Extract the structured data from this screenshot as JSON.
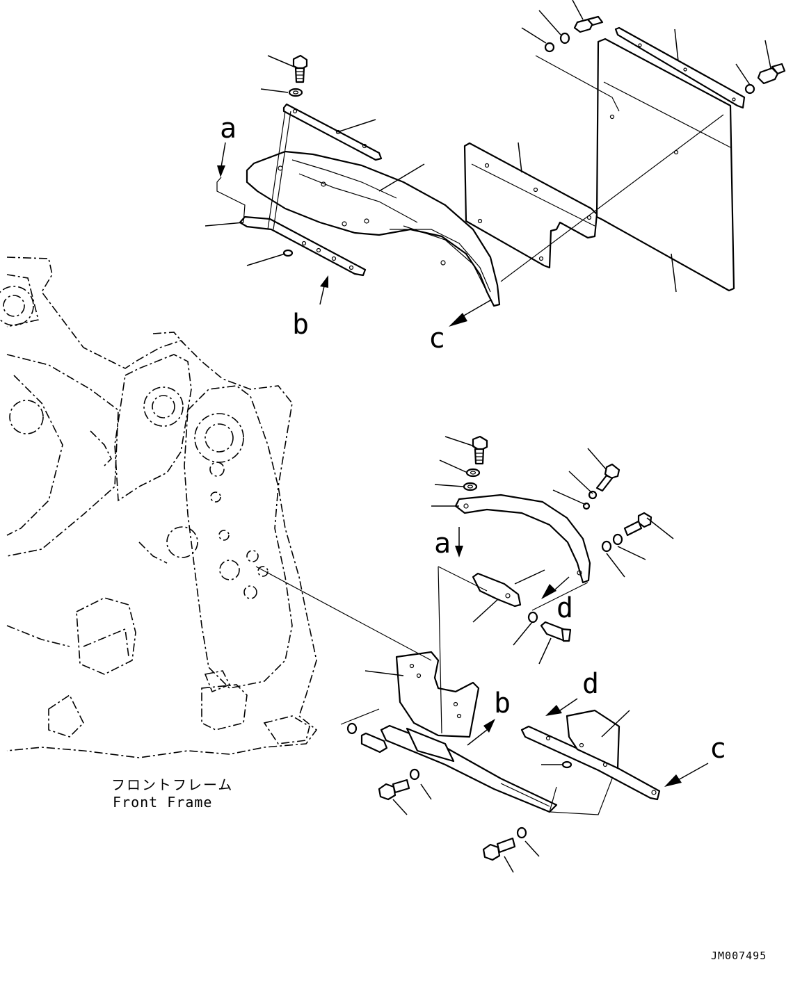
{
  "diagram": {
    "callouts": {
      "a_top": "a",
      "b_top": "b",
      "c_top": "c",
      "a_bottom": "a",
      "b_bottom": "b",
      "c_bottom": "c",
      "d_middle": "d",
      "d_bottom": "d"
    },
    "frame_label": {
      "japanese": "フロントフレーム",
      "english": "Front Frame"
    },
    "drawing_number": "JM007495"
  }
}
